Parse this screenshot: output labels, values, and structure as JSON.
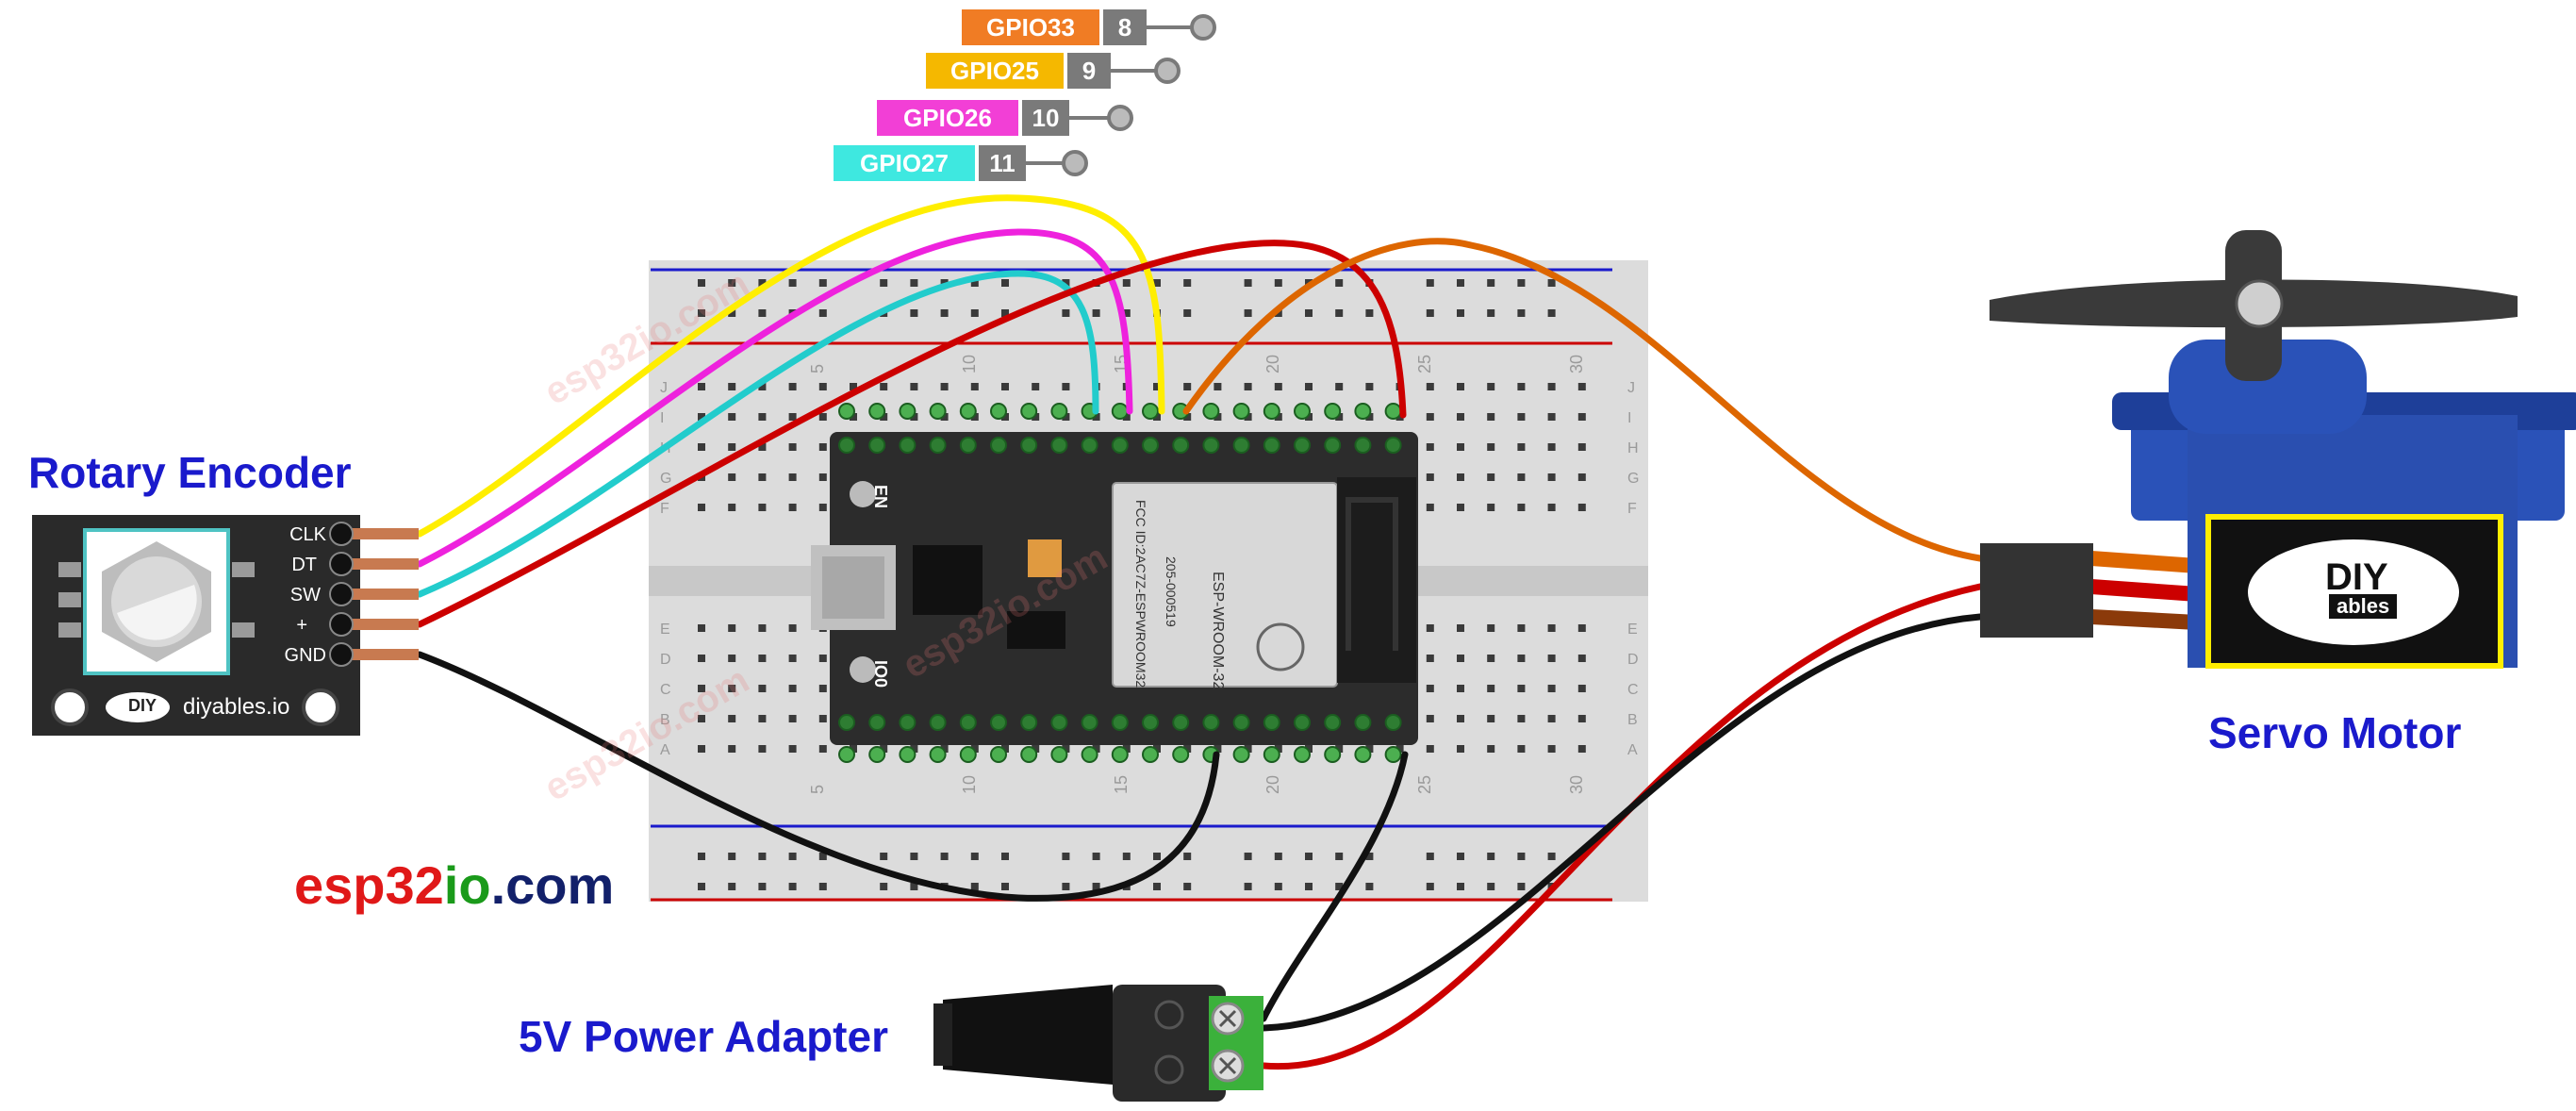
{
  "labels": {
    "rotary_encoder": "Rotary Encoder",
    "servo_motor": "Servo Motor",
    "power_adapter": "5V Power Adapter"
  },
  "brand": {
    "part1": "esp32",
    "part2": "io",
    "part3": ".com"
  },
  "gpio_pins": [
    {
      "name": "GPIO33",
      "num": "8",
      "color": "#f07c24"
    },
    {
      "name": "GPIO25",
      "num": "9",
      "color": "#f5b800"
    },
    {
      "name": "GPIO26",
      "num": "10",
      "color": "#f23fd6"
    },
    {
      "name": "GPIO27",
      "num": "11",
      "color": "#3ee8e0"
    }
  ],
  "encoder": {
    "pins": [
      "CLK",
      "DT",
      "SW",
      "+",
      "GND"
    ],
    "site": "diyables.io",
    "logo": "DIY"
  },
  "servo": {
    "logo_top": "DIY",
    "logo_bottom": "ables"
  },
  "esp32": {
    "module": "ESP-WROOM-32",
    "fcc": "FCC ID:2AC7Z-ESPWROOM32",
    "cert": "205-000519",
    "btn_en": "EN",
    "btn_io0": "IO0"
  },
  "breadboard": {
    "col_numbers": [
      "5",
      "10",
      "15",
      "20",
      "25",
      "30"
    ],
    "rows_top": [
      "J",
      "I",
      "H",
      "G",
      "F"
    ],
    "rows_bottom": [
      "E",
      "D",
      "C",
      "B",
      "A"
    ]
  },
  "wire_colors": {
    "yellow": "#ffee00",
    "magenta": "#ee22dd",
    "cyan": "#22cccc",
    "red": "#cc0000",
    "black": "#111111",
    "orange": "#dd6600",
    "brown": "#8b3a0a"
  },
  "watermark": "esp32io.com"
}
